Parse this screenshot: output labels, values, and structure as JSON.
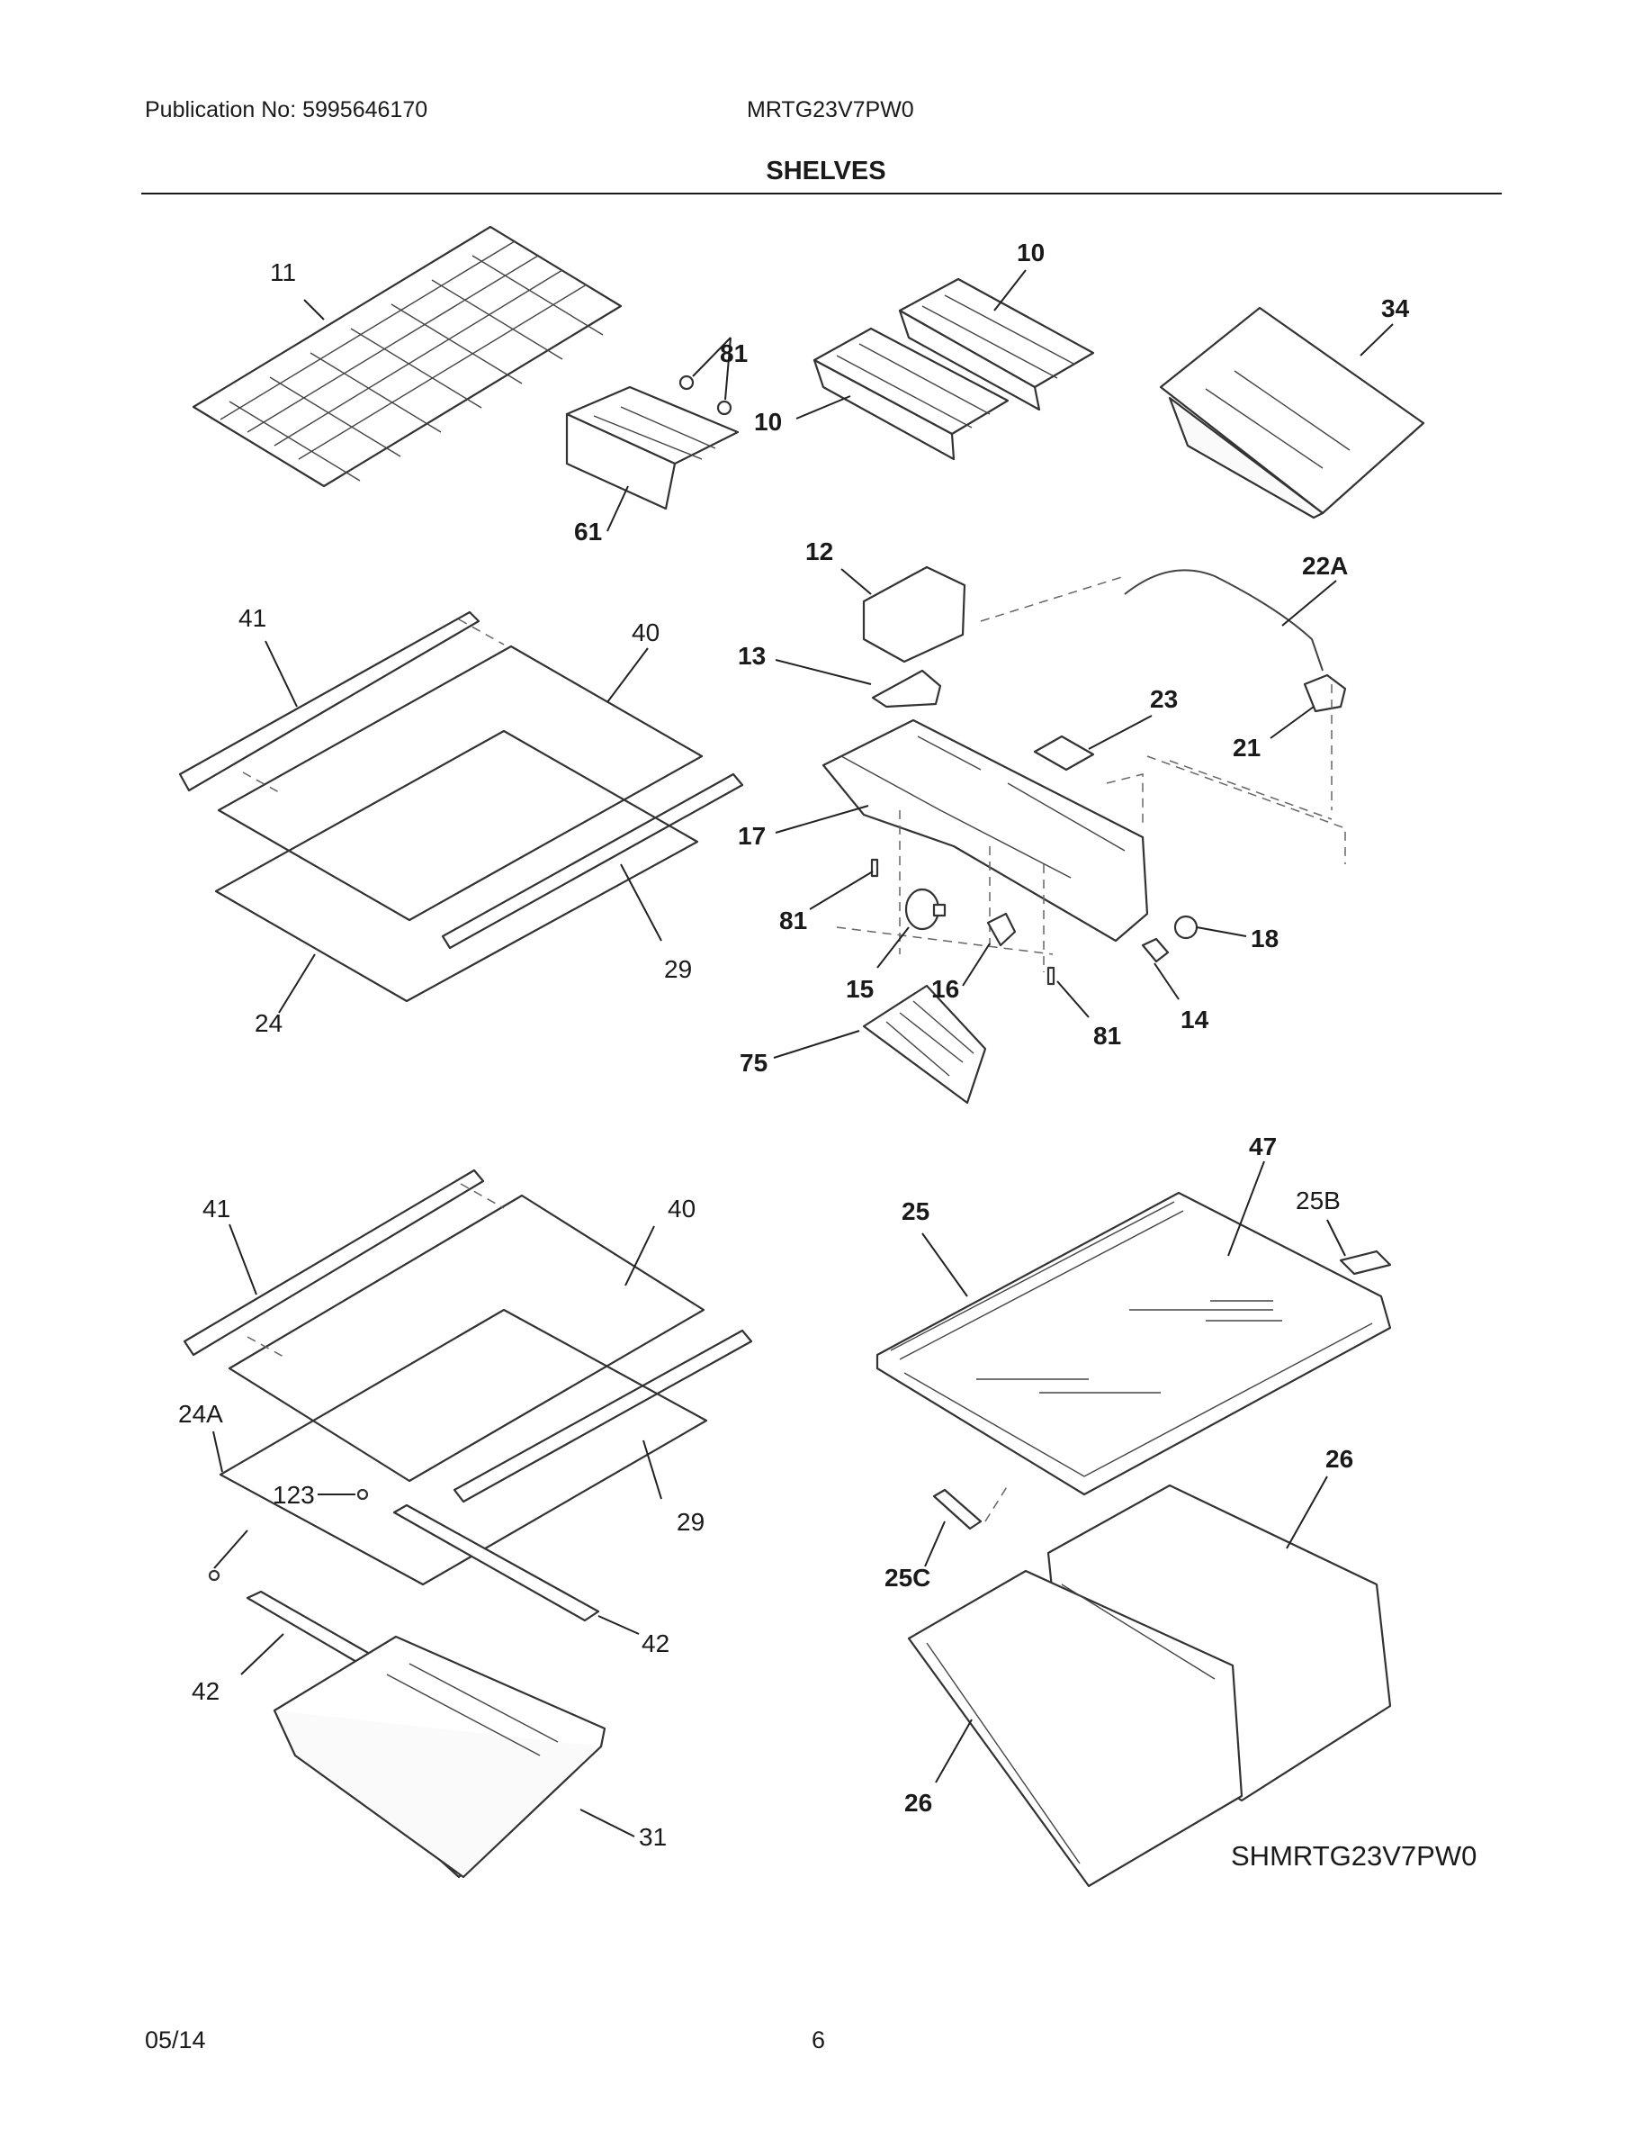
{
  "header": {
    "publication": "Publication No: 5995646170",
    "model": "MRTG23V7PW0",
    "section_title": "SHELVES"
  },
  "diagram": {
    "callouts": {
      "c11": "11",
      "c81a": "81",
      "c10a": "10",
      "c10b": "10",
      "c34": "34",
      "c61": "61",
      "c41a": "41",
      "c40a": "40",
      "c29a": "29",
      "c24": "24",
      "c12": "12",
      "c22a": "22A",
      "c13": "13",
      "c23": "23",
      "c21": "21",
      "c17": "17",
      "c81b": "81",
      "c18": "18",
      "c15": "15",
      "c16": "16",
      "c14": "14",
      "c81c": "81",
      "c75": "75",
      "c41b": "41",
      "c40b": "40",
      "c24a": "24A",
      "c123": "123",
      "c29b": "29",
      "c42a": "42",
      "c42b": "42",
      "c31": "31",
      "c47": "47",
      "c25": "25",
      "c25b": "25B",
      "c26a": "26",
      "c25c": "25C",
      "c26b": "26"
    },
    "drawing_id": "SHMRTG23V7PW0"
  },
  "footer": {
    "date": "05/14",
    "page": "6"
  }
}
